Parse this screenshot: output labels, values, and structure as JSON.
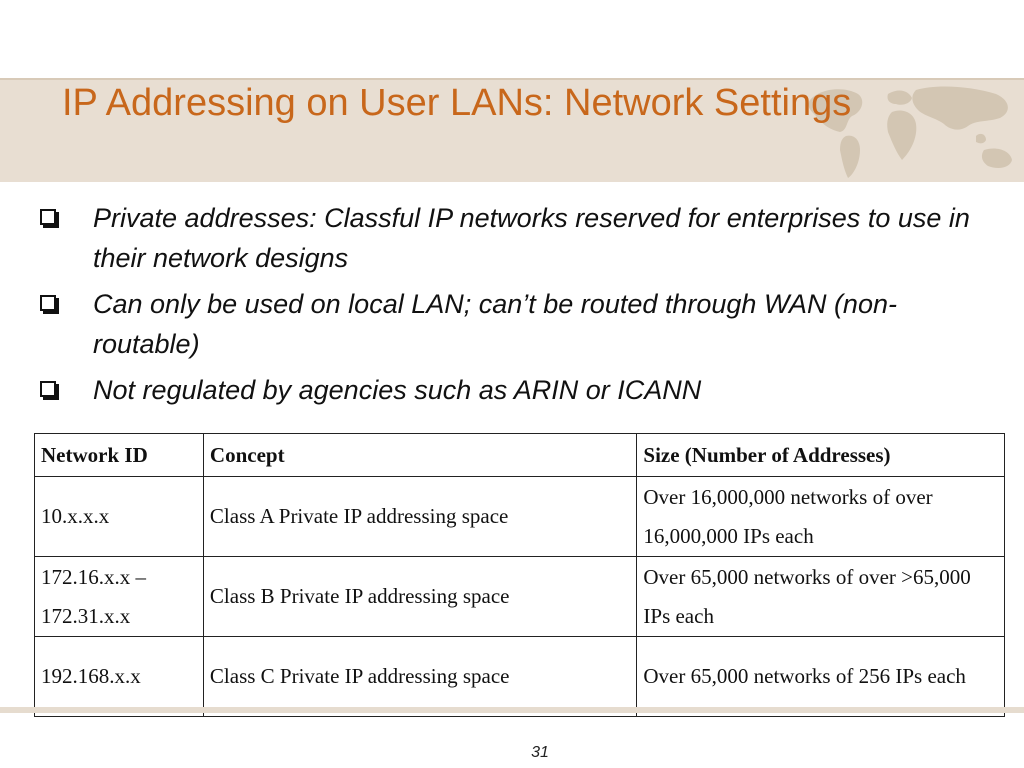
{
  "slide": {
    "title": "IP Addressing on User LANs: Network Settings",
    "bullets": [
      "Private addresses: Classful IP networks reserved for enterprises to use in their network designs",
      "Can only be used on local LAN; can’t be routed through WAN (non-routable)",
      "Not regulated by agencies such as ARIN or ICANN"
    ],
    "page_number": "31"
  },
  "table": {
    "headers": [
      "Network ID",
      "Concept",
      "Size (Number of Addresses)"
    ],
    "rows": [
      [
        "10.x.x.x",
        "Class A Private IP addressing space",
        "Over 16,000,000 networks of over 16,000,000 IPs each"
      ],
      [
        "172.16.x.x – 172.31.x.x",
        "Class B Private IP addressing space",
        "Over 65,000 networks of over >65,000 IPs each"
      ],
      [
        "192.168.x.x",
        "Class C Private IP addressing space",
        "Over 65,000 networks of 256 IPs each"
      ]
    ]
  },
  "colors": {
    "title": "#c8671b",
    "header_band": "#e8ded2",
    "map": "#d3c6b3"
  },
  "icons": {
    "bullet": "hollow-square-bullet-icon",
    "decoration": "world-map-icon"
  }
}
